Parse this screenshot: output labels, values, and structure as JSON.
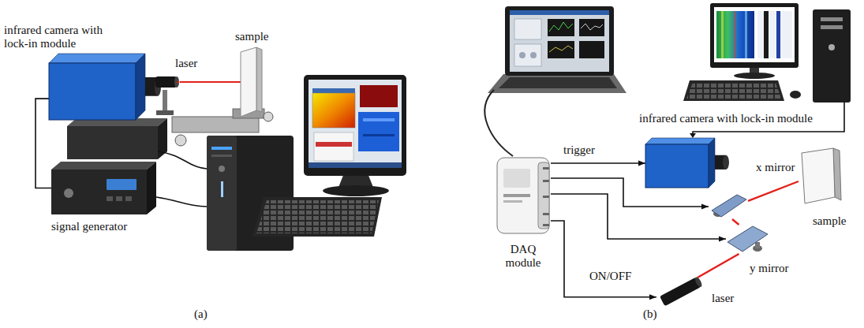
{
  "diagram": {
    "nodes": [
      {
        "text": [
          "infrared camera with lock-in module"
        ]
      },
      {
        "text": [
          "laser"
        ]
      },
      {
        "text": [
          "sample"
        ]
      },
      {
        "text": [
          "signal generator"
        ]
      },
      {
        "text": [
          "DAQ module"
        ]
      },
      {
        "text": [
          "infrared camera with lock-in module"
        ]
      },
      {
        "text": [
          "x mirror"
        ]
      },
      {
        "text": [
          "sample"
        ]
      },
      {
        "text": [
          "y mirror"
        ]
      },
      {
        "text": [
          "laser"
        ]
      }
    ],
    "edges": [
      {
        "from": 0,
        "to": 3,
        "arrow": "none"
      },
      {
        "from": 1,
        "to": 2,
        "arrow": "none"
      },
      {
        "from": 4,
        "to": 5,
        "label": "trigger",
        "arrow": "to"
      },
      {
        "from": 4,
        "to": 6,
        "arrow": "to"
      },
      {
        "from": 4,
        "to": 8,
        "arrow": "to"
      },
      {
        "from": 4,
        "to": 9,
        "label": "ON/OFF",
        "arrow": "to"
      },
      {
        "from": 9,
        "to": 8,
        "arrow": "none"
      },
      {
        "from": 8,
        "to": 6,
        "arrow": "none"
      },
      {
        "from": 6,
        "to": 7,
        "arrow": "none"
      }
    ],
    "labels": [
      "(a)",
      "(b)"
    ]
  }
}
